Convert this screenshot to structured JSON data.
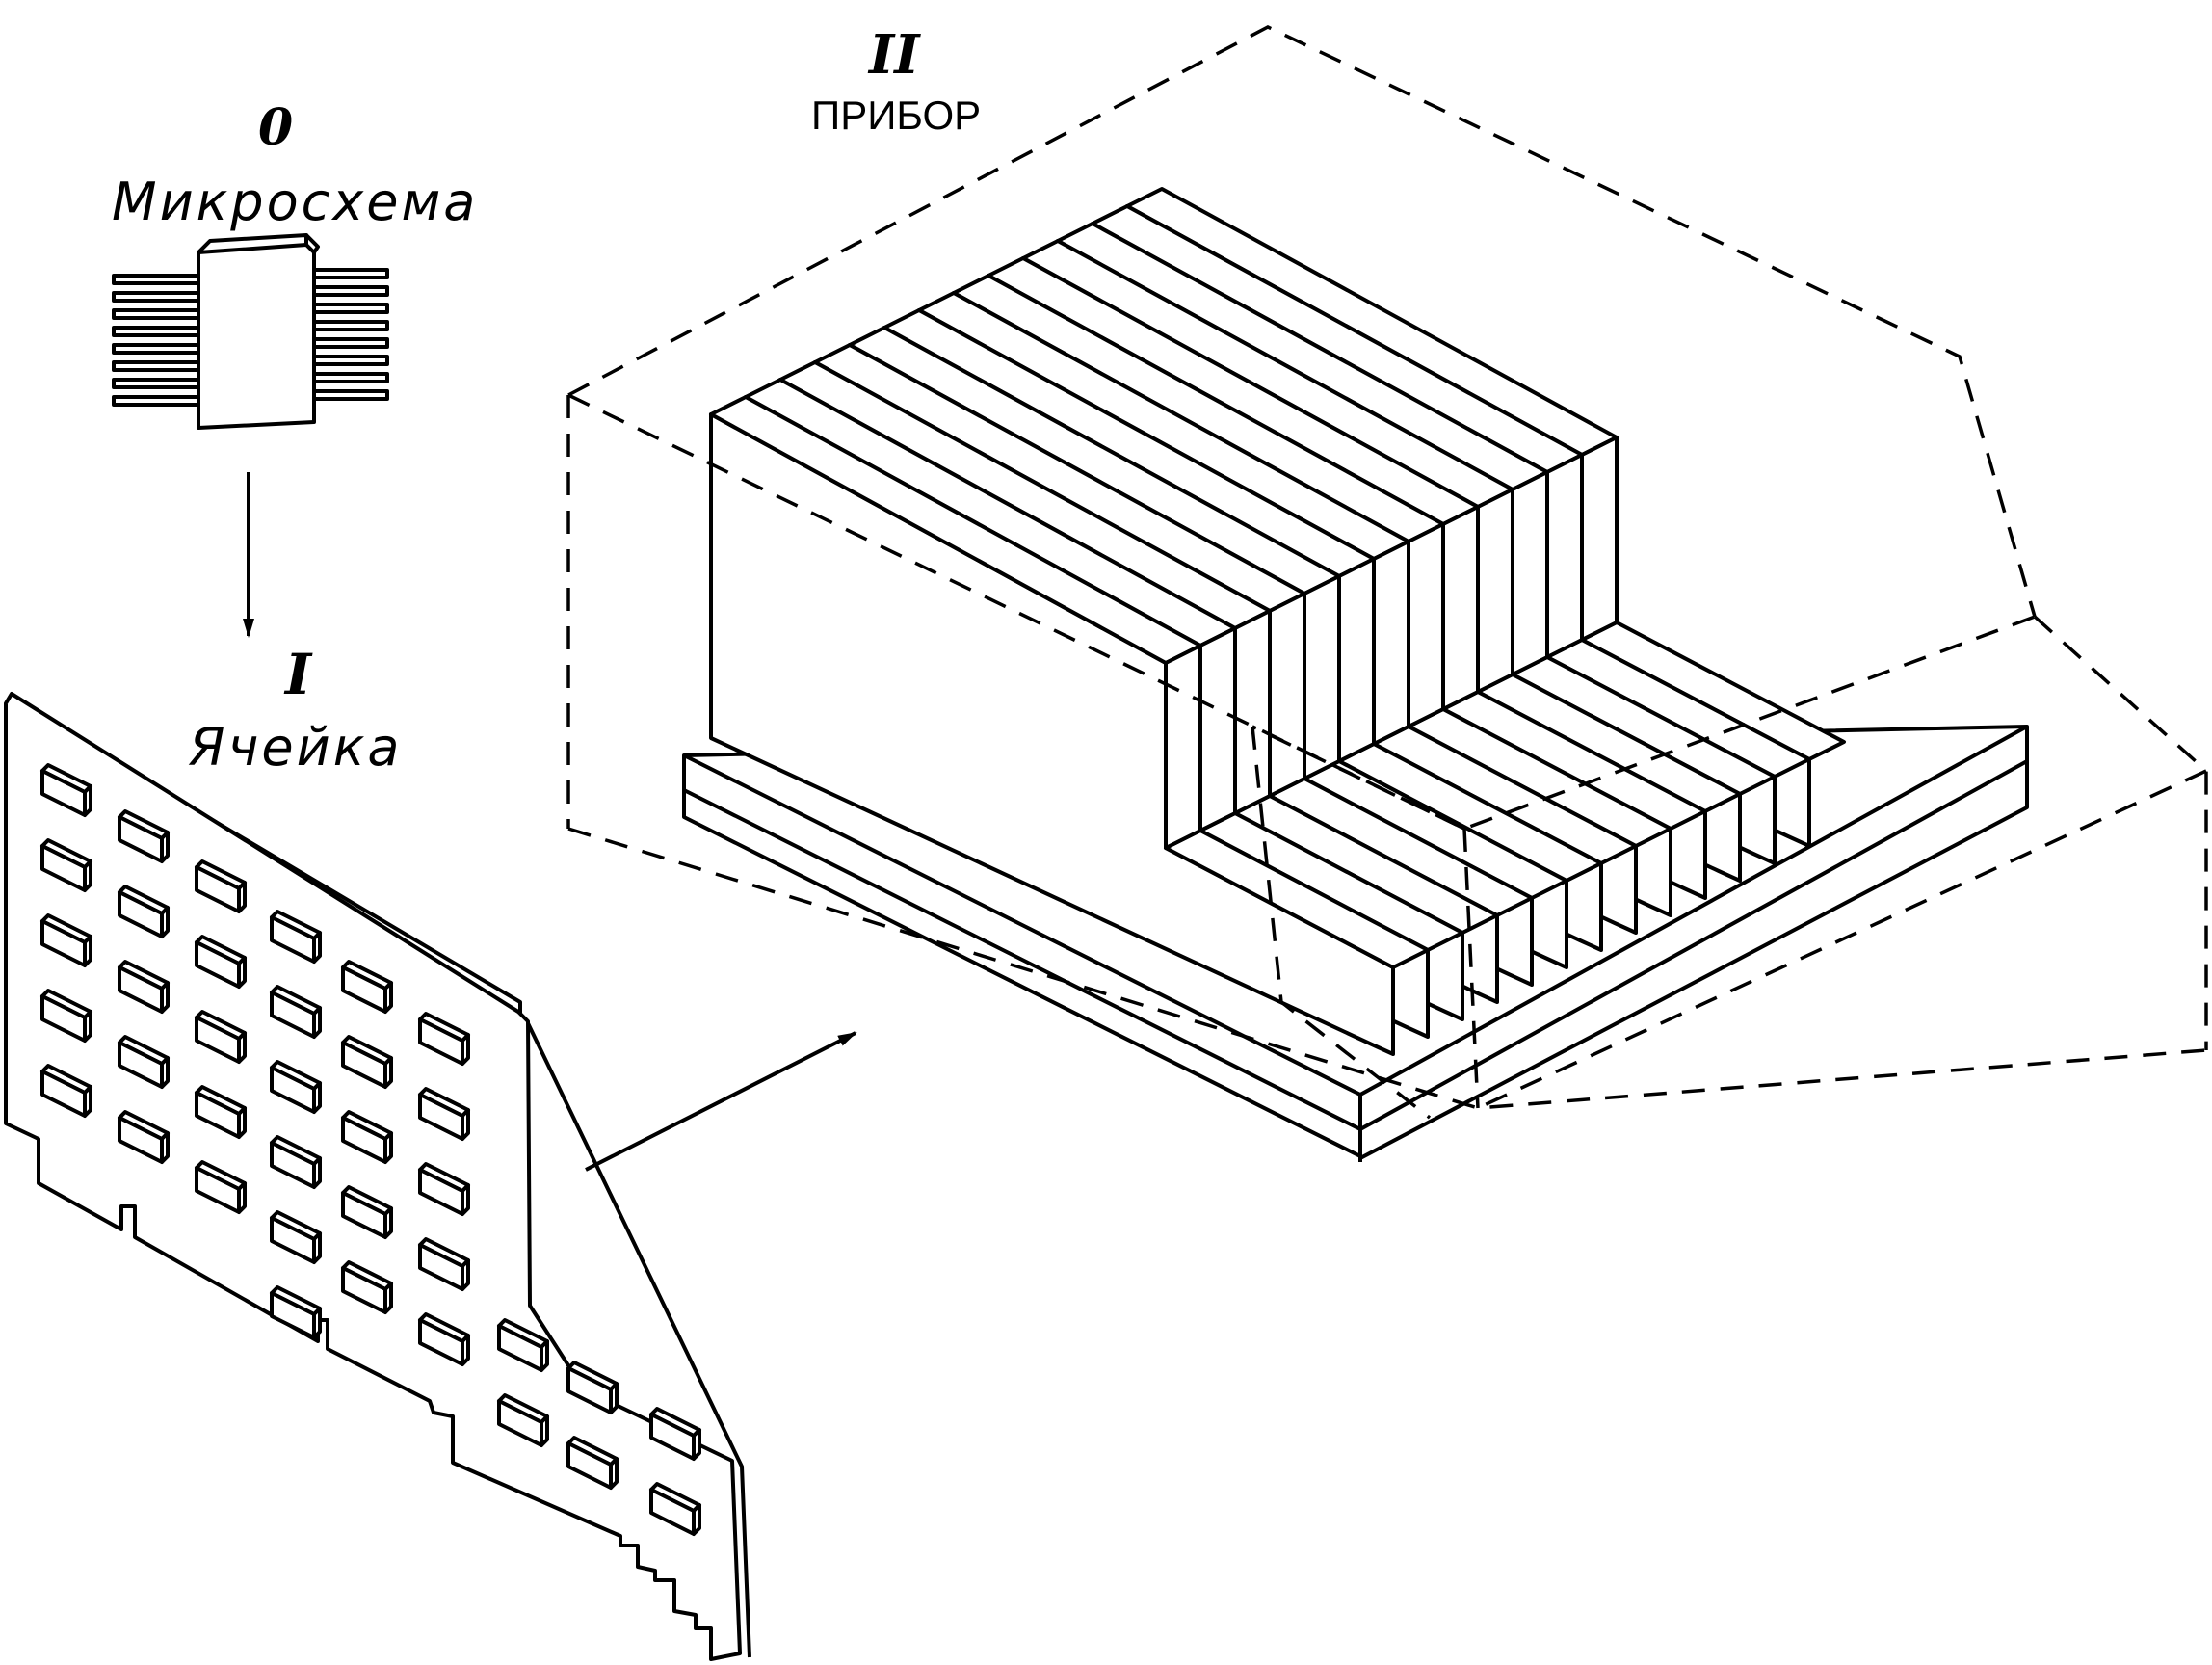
{
  "stages": [
    {
      "numeral": "0",
      "name": "Микросхема"
    },
    {
      "numeral": "I",
      "name": "Ячейка"
    },
    {
      "numeral": "II",
      "name": "ПРИБОР"
    }
  ],
  "colors": {
    "ink": "#000000",
    "paper": "#ffffff"
  },
  "icons": [
    "microchip-icon",
    "circuit-board-icon",
    "device-rack-icon",
    "arrow-down-icon",
    "arrow-right-icon"
  ],
  "board": {
    "chip_count": 38
  },
  "device": {
    "board_count": 13
  }
}
